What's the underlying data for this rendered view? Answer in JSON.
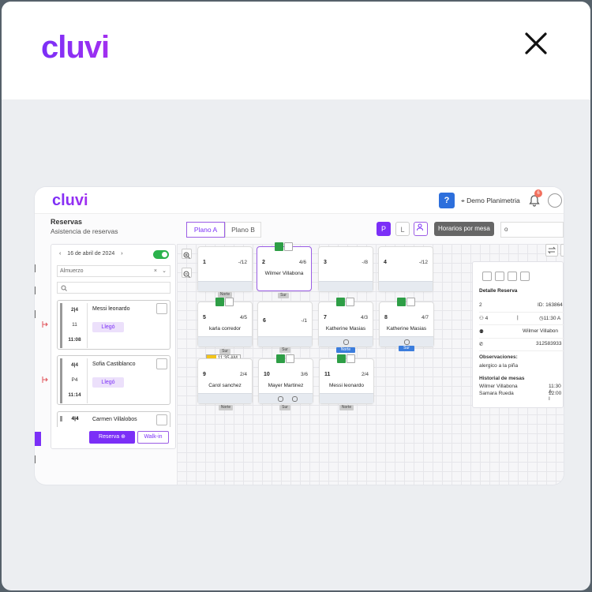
{
  "modal": {
    "brand": "cluvi",
    "close_icon": "close-icon"
  },
  "app": {
    "brand": "cluvi",
    "help_label": "?",
    "location": "Demo Planimetria",
    "notification_count": "6"
  },
  "section": {
    "title": "Reservas",
    "subtitle": "Asistencia de reservas"
  },
  "planos": [
    {
      "label": "Plano A",
      "active": true
    },
    {
      "label": "Plano B",
      "active": false
    }
  ],
  "toolbar": {
    "p_label": "P",
    "l_label": "L",
    "tooltip": "Horarios por mesa",
    "search_value": "o"
  },
  "left_panel": {
    "date": "16 de abril de 2024",
    "prev": "‹",
    "next": "›",
    "shift": "Almuerzo",
    "reservations": [
      {
        "pax": "2|4",
        "table": "11",
        "time": "11:08",
        "name": "Messi leonardo",
        "status": "Llegó"
      },
      {
        "pax": "4|4",
        "table": "P4",
        "time": "11:14",
        "name": "Sofia Castiblanco",
        "status": "Llegó"
      },
      {
        "pax": "4|4",
        "table": "",
        "time": "",
        "name": "Carmen Villalobos",
        "status": ""
      }
    ],
    "reserva_button": "Reserva",
    "walkin_button": "Walk-in"
  },
  "tables": [
    {
      "num": "1",
      "cap": "-/12",
      "name": ""
    },
    {
      "num": "2",
      "cap": "4/6",
      "name": "Wilmer Villabona"
    },
    {
      "num": "3",
      "cap": "-/8",
      "name": ""
    },
    {
      "num": "4",
      "cap": "-/12",
      "name": ""
    },
    {
      "num": "5",
      "cap": "4/5",
      "name": "karla corredor"
    },
    {
      "num": "6",
      "cap": "-/1",
      "name": ""
    },
    {
      "num": "7",
      "cap": "4/3",
      "name": "Katherine Masias"
    },
    {
      "num": "8",
      "cap": "4/7",
      "name": "Katherine Masias"
    },
    {
      "num": "9",
      "cap": "2/4",
      "name": "Carol sanchez"
    },
    {
      "num": "10",
      "cap": "3/6",
      "name": "Mayer Martinez"
    },
    {
      "num": "11",
      "cap": "2/4",
      "name": "Messi leonardo"
    }
  ],
  "zones": {
    "z1": "Norte",
    "z2": "Sur",
    "z5": "Sur",
    "z6": "Sur",
    "z7": "Norte",
    "z8": "Sur",
    "z9": "Norte",
    "z10": "Sur",
    "z11": "Norte"
  },
  "time_pill": "11:35 AM",
  "detail": {
    "title": "Detalle Reserva",
    "table": "2",
    "id": "ID: 163864",
    "pax": "4",
    "sep": "|",
    "time": "11:30 A",
    "name": "Wilmer Villabon",
    "phone": "312583933",
    "obs_title": "Observaciones:",
    "obs": "alergico a la piña",
    "hist_title": "Historial de mesas",
    "hist": [
      {
        "name": "Wilmer Villabona",
        "time": "11:30 A"
      },
      {
        "name": "Samara Rueda",
        "time": "12:00 I"
      }
    ]
  },
  "colors": {
    "brand": "#7b2ff7",
    "success": "#2bb24c",
    "status_bg": "#ece0fb",
    "info": "#3b7ddd"
  }
}
